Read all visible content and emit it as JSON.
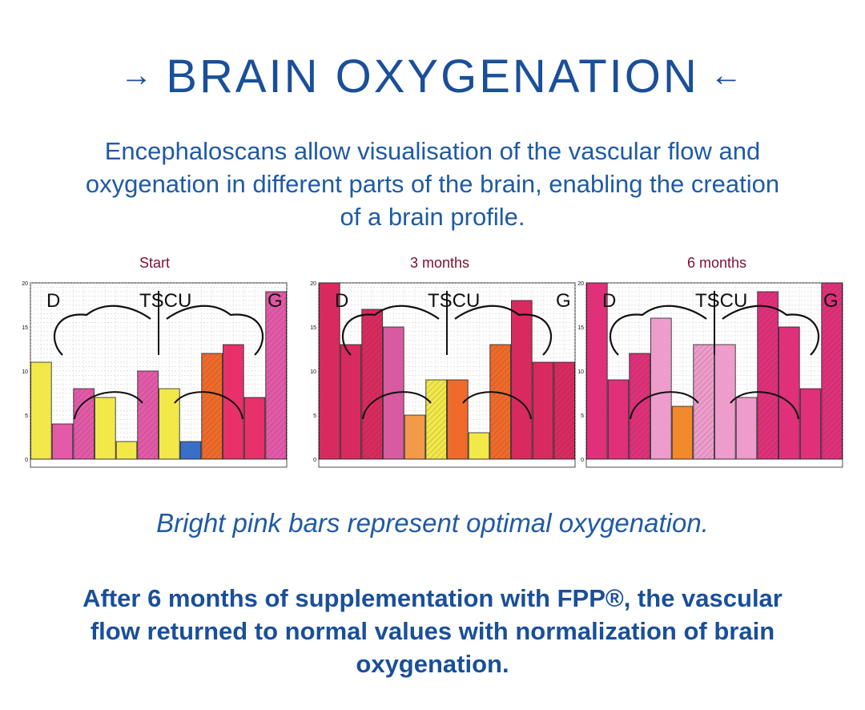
{
  "header": {
    "arrow_left": "→",
    "title": "BRAIN OXYGENATION",
    "arrow_right": "←"
  },
  "intro": "Encephaloscans allow visualisation of the vascular flow and oxygenation in different parts of the brain, enabling the creation of a brain profile.",
  "note": "Bright pink bars represent optimal oxygenation.",
  "conclusion": "After 6 months of supplementation with FPP®, the vascular flow returned to normal values with normalization of brain oxygenation.",
  "chart_data": [
    {
      "type": "bar",
      "title": "Start",
      "ylim": [
        0,
        20
      ],
      "yticks": [
        0,
        5,
        10,
        15,
        20
      ],
      "scan_letters": [
        "D",
        "TSCU",
        "G"
      ],
      "values": [
        11,
        4,
        8,
        7,
        2,
        10,
        8,
        2,
        12,
        13,
        7,
        19
      ],
      "colors": [
        "#f2e84a",
        "#e35aa8",
        "#e35aa8",
        "#f2e84a",
        "#f2e84a",
        "#e35aa8",
        "#f2e84a",
        "#3a6fc9",
        "#f06a2a",
        "#e8306b",
        "#e8306b",
        "#e35aa8"
      ]
    },
    {
      "type": "bar",
      "title": "3 months",
      "ylim": [
        0,
        20
      ],
      "yticks": [
        0,
        5,
        10,
        15,
        20
      ],
      "scan_letters": [
        "D",
        "TSCU",
        "G"
      ],
      "values": [
        20,
        13,
        17,
        15,
        5,
        9,
        9,
        3,
        13,
        18,
        11,
        11
      ],
      "colors": [
        "#d92a5f",
        "#d92a5f",
        "#d92a5f",
        "#d85aa0",
        "#f39a4a",
        "#f2e84a",
        "#f06a2a",
        "#f2e84a",
        "#f06a2a",
        "#d92a5f",
        "#d92a5f",
        "#d92a5f"
      ]
    },
    {
      "type": "bar",
      "title": "6 months",
      "ylim": [
        0,
        20
      ],
      "yticks": [
        0,
        5,
        10,
        15,
        20
      ],
      "scan_letters": [
        "D",
        "TSCU",
        "G"
      ],
      "values": [
        20,
        9,
        12,
        16,
        6,
        13,
        13,
        7,
        19,
        15,
        8,
        20
      ],
      "colors": [
        "#e0307a",
        "#e0307a",
        "#e0307a",
        "#ee9ccb",
        "#f08a2a",
        "#ee9ccb",
        "#ee9ccb",
        "#ee9ccb",
        "#e0307a",
        "#e0307a",
        "#e0307a",
        "#e0307a"
      ]
    }
  ]
}
